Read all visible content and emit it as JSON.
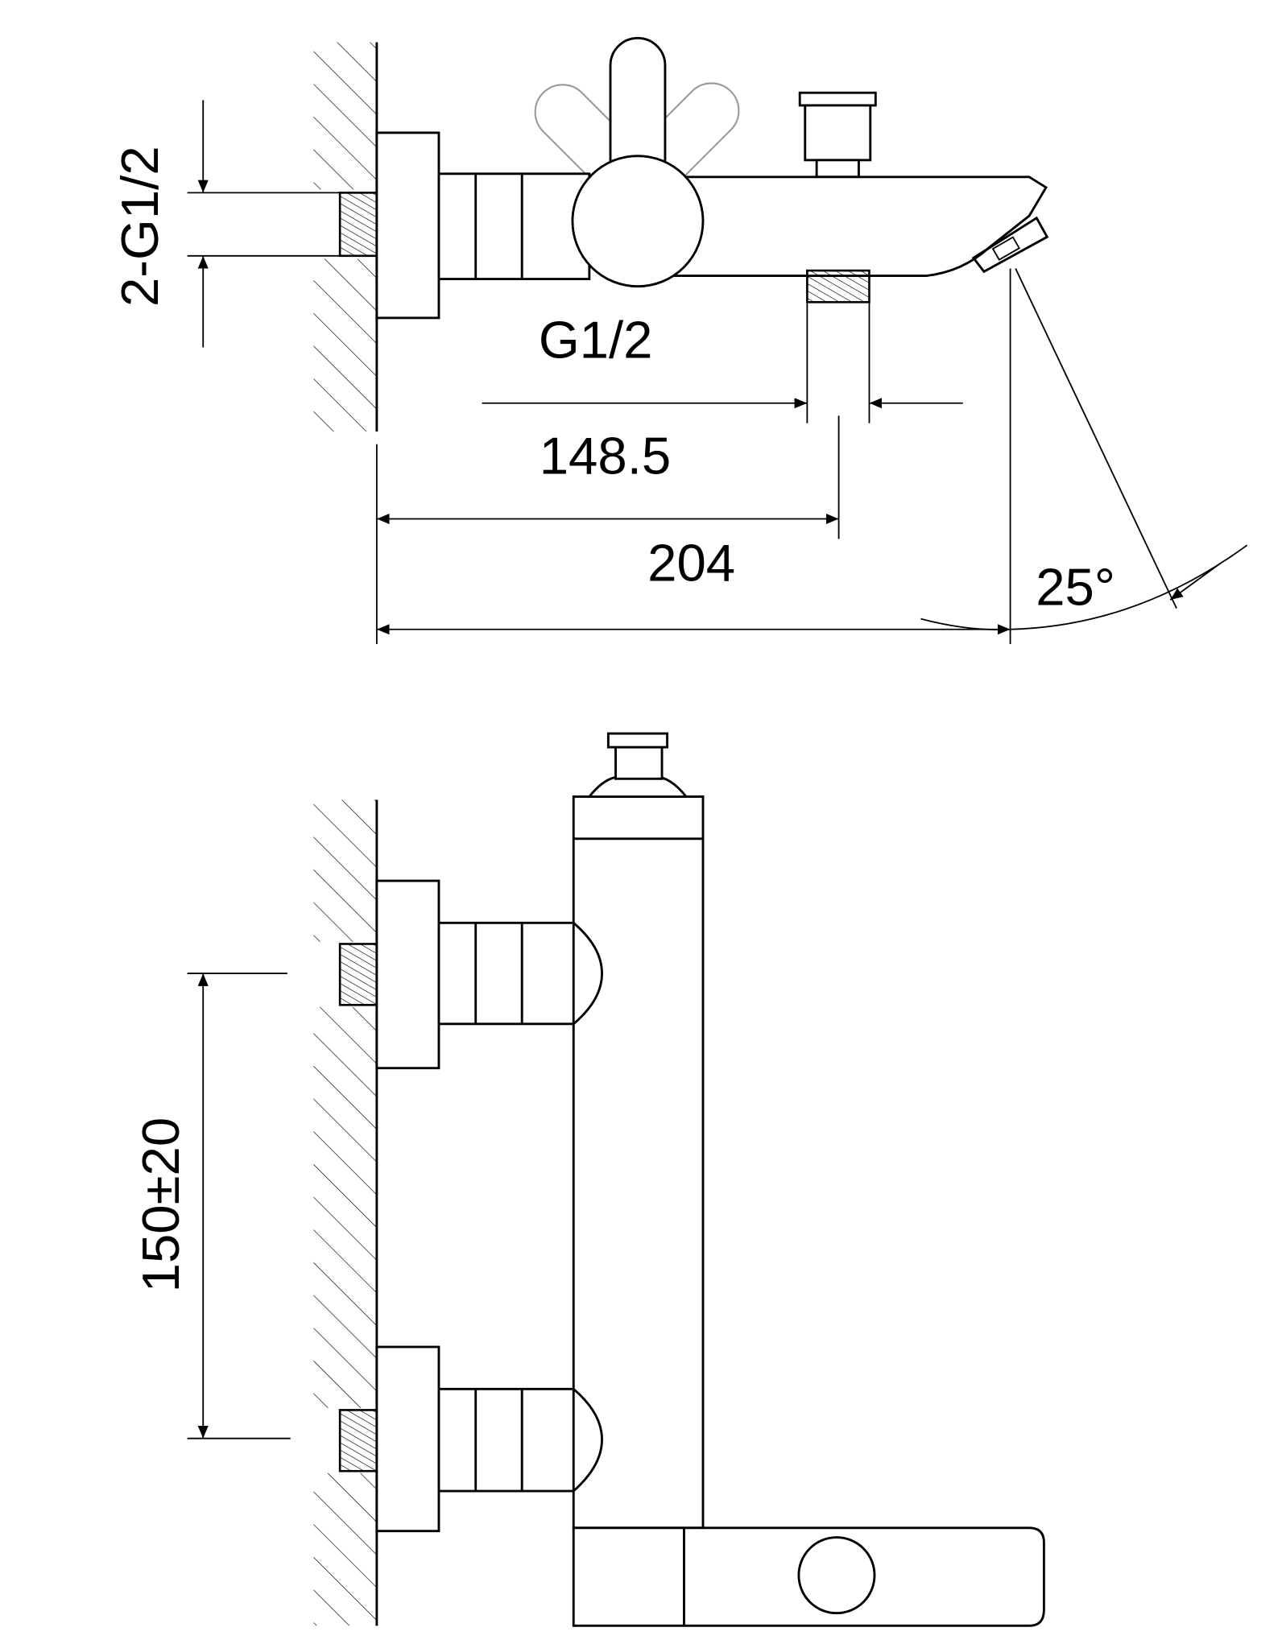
{
  "drawing": {
    "side_view": {
      "inlet_thread_label": "2-G1/2",
      "outlet_thread_label": "G1/2",
      "dim_outlet_distance": "148.5",
      "dim_total_depth": "204",
      "spout_angle": "25°"
    },
    "front_view": {
      "inlet_spacing": "150±20"
    }
  }
}
